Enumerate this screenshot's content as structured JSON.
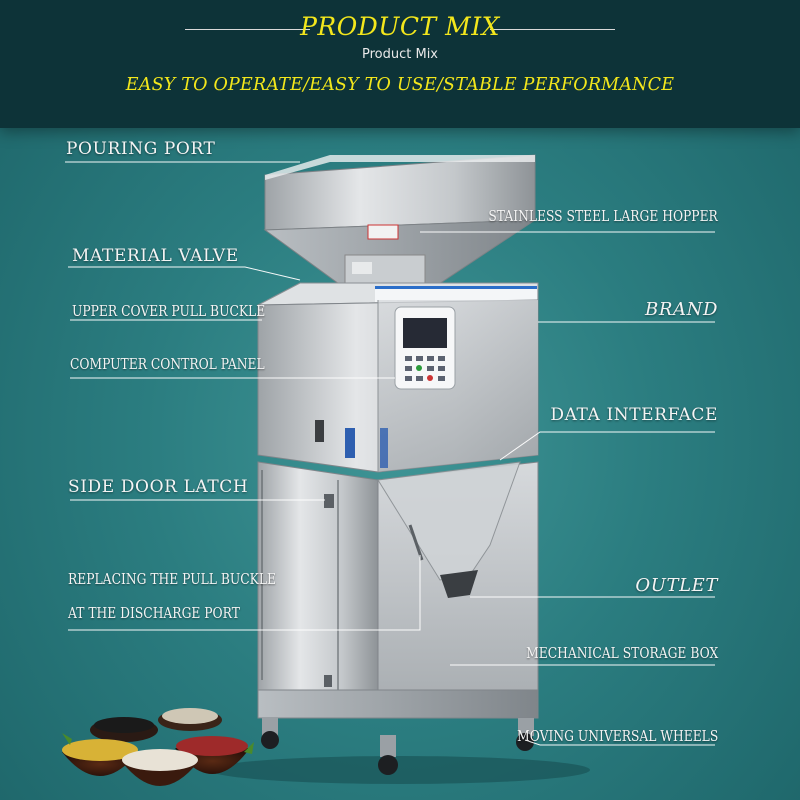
{
  "header": {
    "title": "PRODUCT MIX",
    "subtitle": "Product Mix",
    "tagline": "EASY TO OPERATE/EASY TO USE/STABLE PERFORMANCE"
  },
  "labels": {
    "pouring_port": "POURING PORT",
    "material_valve": "MATERIAL VALVE",
    "upper_cover_pull_buckle": "UPPER COVER PULL BUCKLE",
    "computer_control_panel": "COMPUTER CONTROL PANEL",
    "side_door_latch": "SIDE DOOR LATCH",
    "replacing_pull_buckle_1": "REPLACING THE PULL BUCKLE",
    "replacing_pull_buckle_2": "AT THE DISCHARGE PORT",
    "stainless_hopper": "STAINLESS STEEL LARGE HOPPER",
    "brand": "BRAND",
    "data_interface": "DATA INTERFACE",
    "outlet": "OUTLET",
    "mechanical_storage_box": "MECHANICAL STORAGE BOX",
    "moving_universal_wheels": "MOVING UNIVERSAL WHEELS"
  },
  "colors": {
    "accent_yellow": "#f3e71c",
    "header_band": "#0d3338",
    "background_teal": "#2b7d80"
  }
}
